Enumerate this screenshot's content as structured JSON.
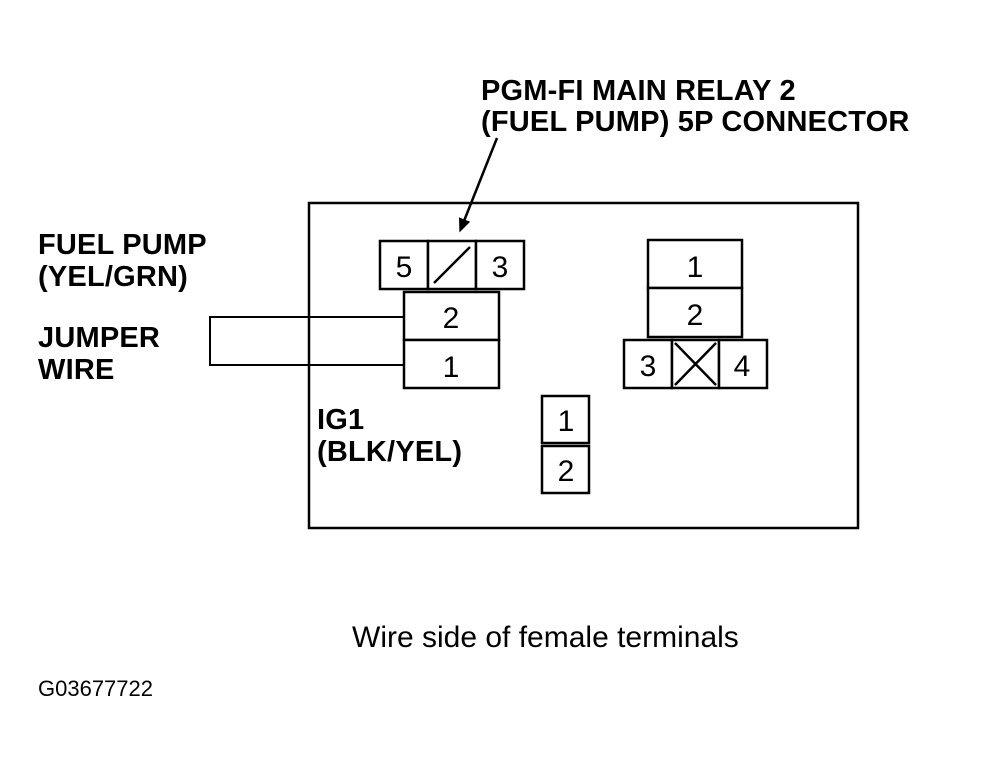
{
  "title": {
    "line1": "PGM-FI MAIN RELAY 2",
    "line2": "(FUEL PUMP) 5P CONNECTOR"
  },
  "labels": {
    "fuel_pump": {
      "line1": "FUEL PUMP",
      "line2": "(YEL/GRN)"
    },
    "jumper_wire": {
      "line1": "JUMPER",
      "line2": "WIRE"
    },
    "ig1": {
      "line1": "IG1",
      "line2": "(BLK/YEL)"
    }
  },
  "connector_5p": {
    "top_row": [
      "5",
      "3"
    ],
    "stack": [
      "2",
      "1"
    ]
  },
  "connector_right": {
    "stack": [
      "1",
      "2"
    ],
    "bottom_row": [
      "3",
      "4"
    ]
  },
  "connector_small": {
    "stack": [
      "1",
      "2"
    ]
  },
  "caption": "Wire side of female terminals",
  "figure_id": "G03677722"
}
